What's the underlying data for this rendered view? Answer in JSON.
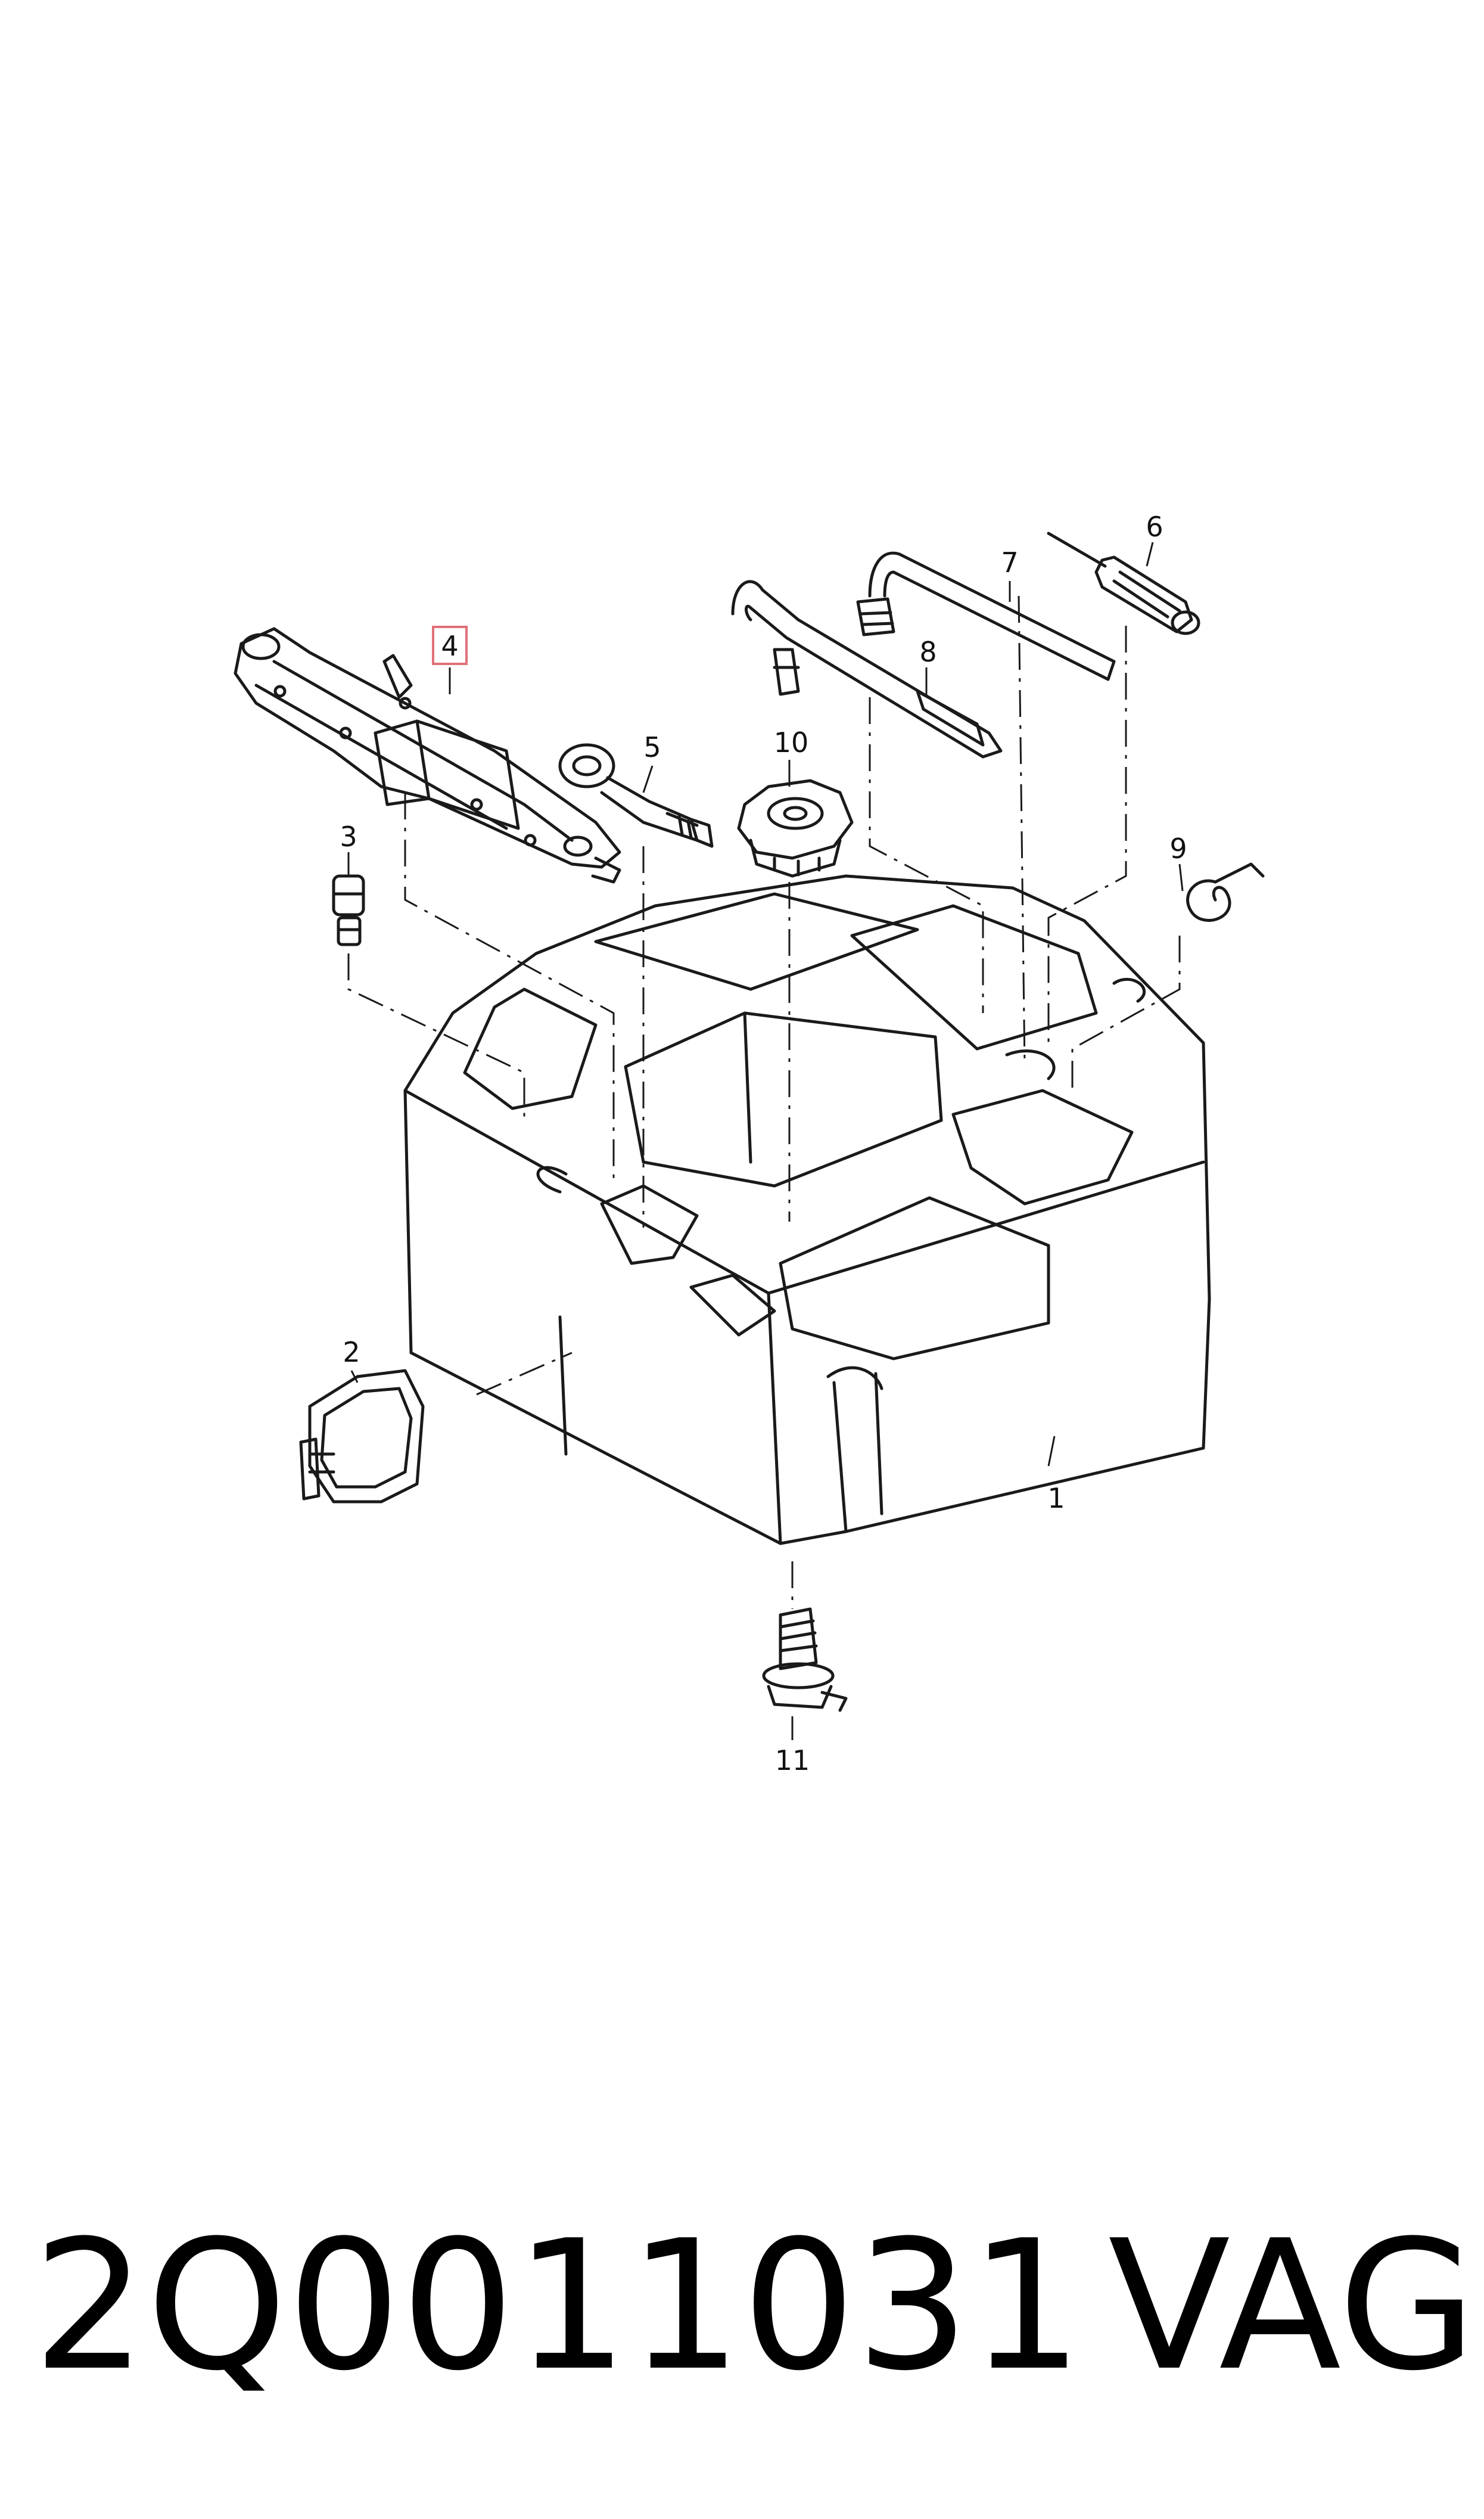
{
  "diagram": {
    "callouts": [
      {
        "id": "1",
        "label": "1"
      },
      {
        "id": "2",
        "label": "2"
      },
      {
        "id": "3",
        "label": "3"
      },
      {
        "id": "4",
        "label": "4",
        "highlighted": true
      },
      {
        "id": "5",
        "label": "5"
      },
      {
        "id": "6",
        "label": "6"
      },
      {
        "id": "7",
        "label": "7"
      },
      {
        "id": "8",
        "label": "8"
      },
      {
        "id": "9",
        "label": "9"
      },
      {
        "id": "10",
        "label": "10"
      },
      {
        "id": "11",
        "label": "11"
      }
    ],
    "highlight_color": "#e0707a"
  },
  "footer": {
    "part_number": "2Q0011031",
    "brand": "VAG"
  }
}
